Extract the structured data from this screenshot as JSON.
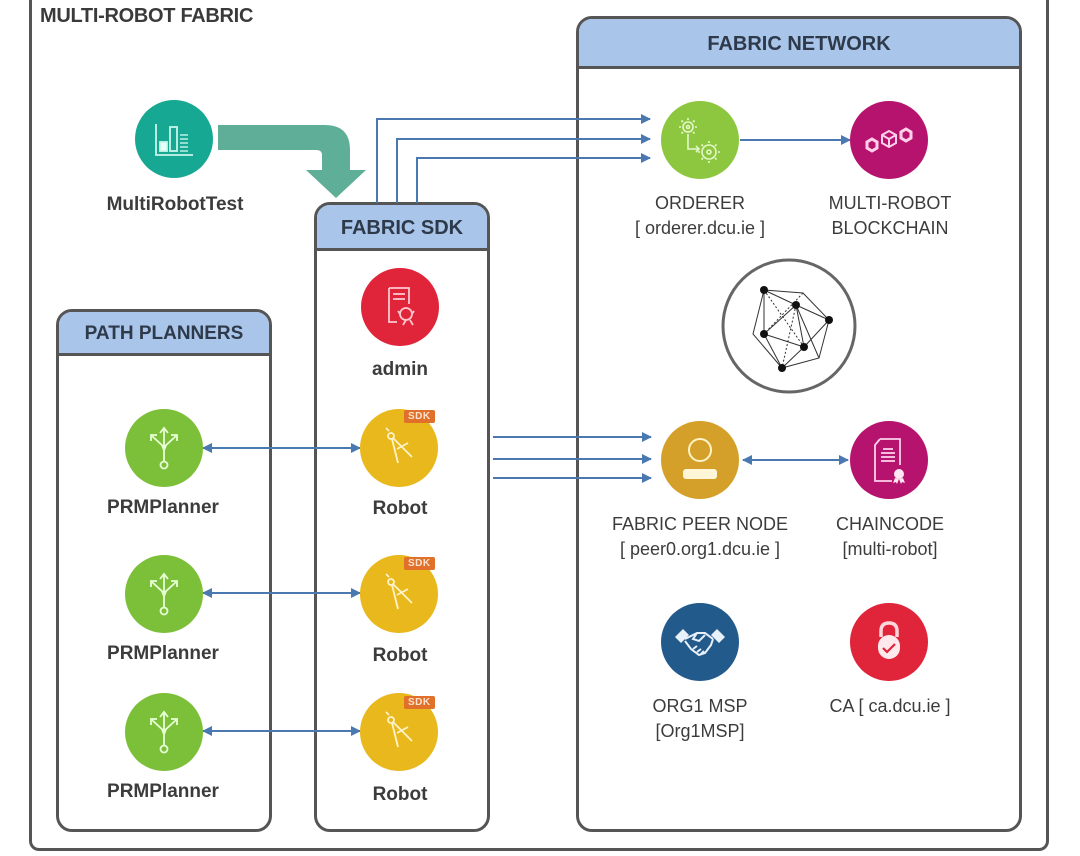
{
  "title": "MULTI-ROBOT FABRIC",
  "colors": {
    "header_fill": "#a9c5ea",
    "border": "#555555",
    "connector": "#4a78b0",
    "flow_arrow": "#5fae98"
  },
  "client": {
    "label": "MultiRobotTest",
    "icon": "bar-chart-icon",
    "color": "#17a894"
  },
  "path_planners": {
    "header": "PATH PLANNERS",
    "items": [
      {
        "label": "PRMPlanner",
        "icon": "path-branch-icon",
        "color": "#7cc03a"
      },
      {
        "label": "PRMPlanner",
        "icon": "path-branch-icon",
        "color": "#7cc03a"
      },
      {
        "label": "PRMPlanner",
        "icon": "path-branch-icon",
        "color": "#7cc03a"
      }
    ]
  },
  "fabric_sdk": {
    "header": "FABRIC SDK",
    "admin": {
      "label": "admin",
      "icon": "certificate-icon",
      "color": "#e0243a"
    },
    "robots": [
      {
        "label": "Robot",
        "icon": "compass-icon",
        "badge": "SDK",
        "color": "#e8b81c"
      },
      {
        "label": "Robot",
        "icon": "compass-icon",
        "badge": "SDK",
        "color": "#e8b81c"
      },
      {
        "label": "Robot",
        "icon": "compass-icon",
        "badge": "SDK",
        "color": "#e8b81c"
      }
    ]
  },
  "fabric_network": {
    "header": "FABRIC NETWORK",
    "orderer": {
      "line1": "ORDERER",
      "line2": "[ orderer.dcu.ie ]",
      "icon": "gears-icon",
      "color": "#8dc63f"
    },
    "blockchain": {
      "line1": "MULTI-ROBOT",
      "line2": "BLOCKCHAIN",
      "icon": "blockchain-icon",
      "color": "#b5136e"
    },
    "hyperledger": {
      "icon": "hyperledger-logo-icon"
    },
    "peer": {
      "line1": "FABRIC PEER NODE",
      "line2": "[ peer0.org1.dcu.ie ]",
      "icon": "user-icon",
      "color": "#d4a02a"
    },
    "chaincode": {
      "line1": "CHAINCODE",
      "line2": "[multi-robot]",
      "icon": "contract-icon",
      "color": "#b5136e"
    },
    "msp": {
      "line1": "ORG1 MSP",
      "line2": "[Org1MSP]",
      "icon": "handshake-icon",
      "color": "#235a8c"
    },
    "ca": {
      "line1": "CA [ ca.dcu.ie ]",
      "icon": "lock-icon",
      "color": "#e0243a"
    }
  }
}
